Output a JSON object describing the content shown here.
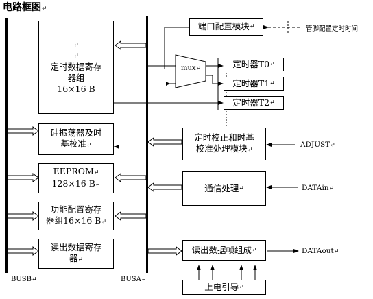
{
  "title": "电路框图",
  "ret_mark": "↵",
  "bus": {
    "left": "BUSB",
    "right": "BUSA"
  },
  "blocks": {
    "timing_regs_line1": "定时数据寄存",
    "timing_regs_line2": "器组",
    "timing_regs_line3": "16×16 B",
    "crystal_line1": "硅振荡器及时",
    "crystal_line2": "基校准",
    "eeprom_line1": "EEPROM",
    "eeprom_line2": "128×16 B",
    "config_regs_line1": "功能配置寄存",
    "config_regs_line2": "器组16×16 B",
    "read_regs_line1": "读出数据寄存",
    "read_regs_line2": "器",
    "port_config": "端口配置模块",
    "mux": "mux",
    "timer0": "定时器T0",
    "timer1": "定时器T1",
    "timer2": "定时器T2",
    "calib_line1": "定时校正和时基",
    "calib_line2": "校准处理模块",
    "comm": "通信处理",
    "frame": "读出数据帧组成",
    "power_on": "上电引导"
  },
  "signals": {
    "pin_config": "管脚配置定时时间",
    "adjust": "ADJUST",
    "data_in": "DATAin",
    "data_out": "DATAout"
  }
}
